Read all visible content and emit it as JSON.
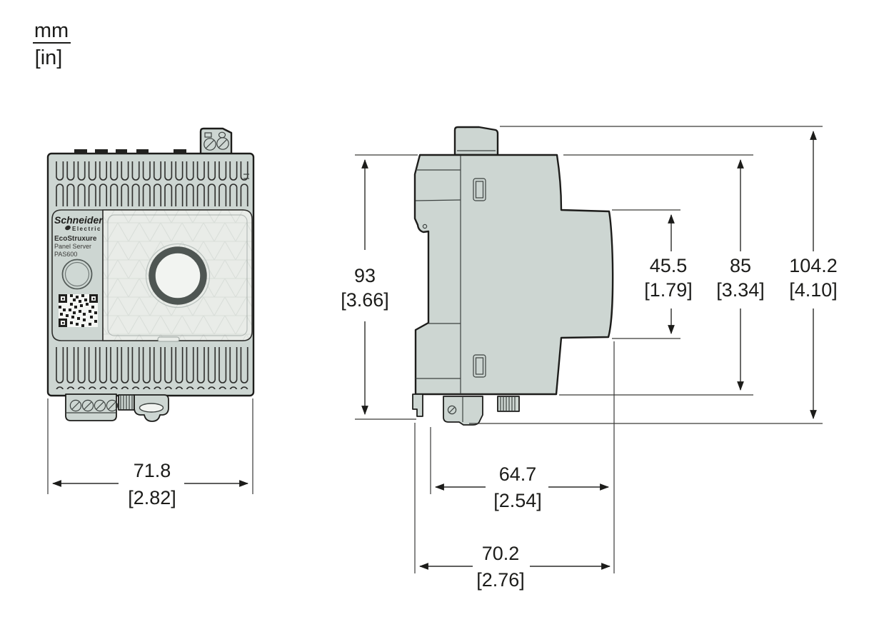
{
  "legend": {
    "mm": "mm",
    "in": "[in]"
  },
  "device": {
    "brand_line1": "Schneider",
    "brand_line2": "Electric",
    "product_line1": "EcoStruxure",
    "product_line2": "Panel Server",
    "product_line3": "PAS600"
  },
  "dimensions": {
    "front_width": {
      "mm": "71.8",
      "in": "[2.82]"
    },
    "side_height_rail": {
      "mm": "93",
      "in": "[3.66]"
    },
    "side_front_face_height": {
      "mm": "45.5",
      "in": "[1.79]"
    },
    "side_body_height": {
      "mm": "85",
      "in": "[3.34]"
    },
    "side_total_height": {
      "mm": "104.2",
      "in": "[4.10]"
    },
    "side_depth_rail": {
      "mm": "64.7",
      "in": "[2.54]"
    },
    "side_depth_total": {
      "mm": "70.2",
      "in": "[2.76]"
    }
  },
  "colors": {
    "body": "#cdd6d2",
    "body-stroke": "#1d1d1b",
    "panel": "#e9ece8",
    "panel-line": "#d9ded9",
    "ring": "#4f5653",
    "ring-inner": "#f2f4f1",
    "detail": "#3c4240",
    "dim": "#2a2a28",
    "bg": "#ffffff"
  }
}
